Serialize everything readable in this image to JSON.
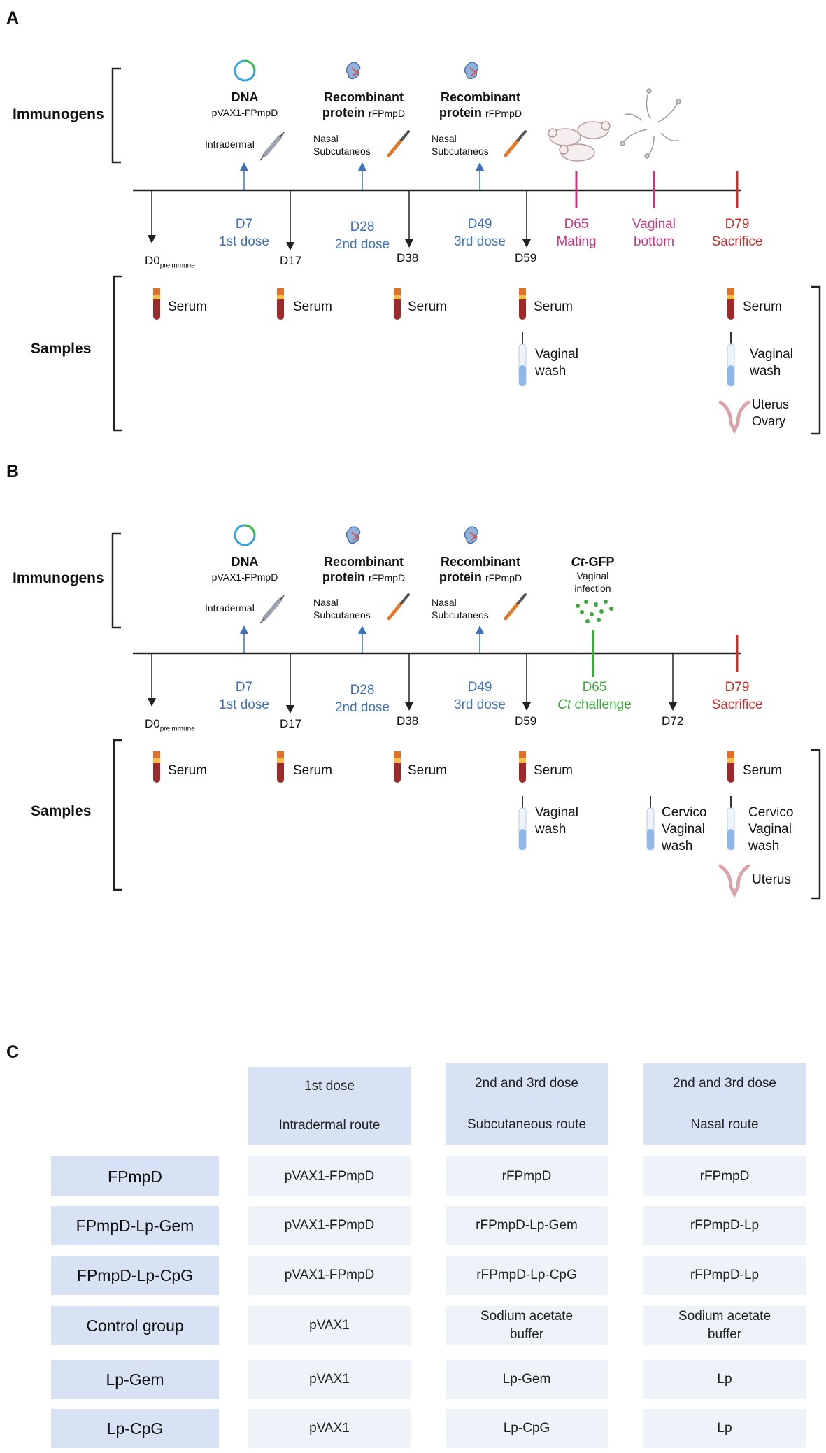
{
  "panels": {
    "a_label": "A",
    "b_label": "B",
    "c_label": "C"
  },
  "panel_a": {
    "immunogens_label": "Immunogens",
    "samples_label": "Samples",
    "dna": {
      "title": "DNA",
      "plasmid": "pVAX1-FPmpD",
      "route": "Intradermal"
    },
    "protein1": {
      "title1": "Recombinant",
      "title2": "protein",
      "name": "rFPmpD",
      "route1": "Nasal",
      "route2": "Subcutaneos"
    },
    "protein2": {
      "title1": "Recombinant",
      "title2": "protein",
      "name": "rFPmpD",
      "route1": "Nasal",
      "route2": "Subcutaneos"
    },
    "days": {
      "d0": "D0",
      "d0_sub": "preimmune",
      "d17": "D17",
      "d38": "D38",
      "d59": "D59"
    },
    "doses": [
      {
        "day": "D7",
        "label": "1st dose"
      },
      {
        "day": "D28",
        "label": "2nd dose"
      },
      {
        "day": "D49",
        "label": "3rd dose"
      }
    ],
    "mating": {
      "day": "D65",
      "label": "Mating"
    },
    "vaginal_bottom": {
      "line1": "Vaginal",
      "line2": "bottom"
    },
    "sacrifice": {
      "day": "D79",
      "label": "Sacrifice"
    },
    "samples": {
      "serum": "Serum",
      "vaginal_wash_1": "Vaginal",
      "vaginal_wash_2": "wash",
      "uterus": "Uterus",
      "ovary": "Ovary"
    }
  },
  "panel_b": {
    "immunogens_label": "Immunogens",
    "samples_label": "Samples",
    "dna": {
      "title": "DNA",
      "plasmid": "pVAX1-FPmpD",
      "route": "Intradermal"
    },
    "protein1": {
      "title1": "Recombinant",
      "title2": "protein",
      "name": "rFPmpD",
      "route1": "Nasal",
      "route2": "Subcutaneos"
    },
    "protein2": {
      "title1": "Recombinant",
      "title2": "protein",
      "name": "rFPmpD",
      "route1": "Nasal",
      "route2": "Subcutaneos"
    },
    "ct_gfp": {
      "ct": "Ct",
      "gfp": "-GFP",
      "line1": "Vaginal",
      "line2": "infection"
    },
    "days": {
      "d0": "D0",
      "d0_sub": "preimmune",
      "d17": "D17",
      "d38": "D38",
      "d59": "D59",
      "d72": "D72"
    },
    "doses": [
      {
        "day": "D7",
        "label": "1st dose"
      },
      {
        "day": "D28",
        "label": "2nd dose"
      },
      {
        "day": "D49",
        "label": "3rd dose"
      }
    ],
    "challenge": {
      "day": "D65",
      "ct": "Ct",
      "label": " challenge"
    },
    "sacrifice": {
      "day": "D79",
      "label": "Sacrifice"
    },
    "samples": {
      "serum": "Serum",
      "vaginal_wash_1": "Vaginal",
      "vaginal_wash_2": "wash",
      "cervico_1": "Cervico",
      "cervico_2": "Vaginal",
      "cervico_3": "wash",
      "uterus": "Uterus"
    }
  },
  "colors": {
    "blue": "#3e73b8",
    "magenta": "#c8357f",
    "red": "#cf2a2a",
    "green": "#3da83a",
    "header_fill": "#d7e3f4",
    "cell_fill": "#eef3fa"
  },
  "table": {
    "headers": [
      {
        "line1": "1st dose",
        "line2": "Intradermal route"
      },
      {
        "line1": "2nd and 3rd dose",
        "line2": "Subcutaneous route"
      },
      {
        "line1": "2nd and 3rd dose",
        "line2": "Nasal route"
      }
    ],
    "rows": [
      {
        "group": "FPmpD",
        "cells": [
          "pVAX1-FPmpD",
          "rFPmpD",
          "rFPmpD"
        ]
      },
      {
        "group": "FPmpD-Lp-Gem",
        "cells": [
          "pVAX1-FPmpD",
          "rFPmpD-Lp-Gem",
          "rFPmpD-Lp"
        ]
      },
      {
        "group": "FPmpD-Lp-CpG",
        "cells": [
          "pVAX1-FPmpD",
          "rFPmpD-Lp-CpG",
          "rFPmpD-Lp"
        ]
      },
      {
        "group": "Control group",
        "cells": [
          "pVAX1",
          "Sodium acetate buffer",
          "Sodium acetate buffer"
        ]
      },
      {
        "group": "Lp-Gem",
        "cells": [
          "pVAX1",
          "Lp-Gem",
          "Lp"
        ]
      },
      {
        "group": "Lp-CpG",
        "cells": [
          "pVAX1",
          "Lp-CpG",
          "Lp"
        ]
      }
    ]
  }
}
